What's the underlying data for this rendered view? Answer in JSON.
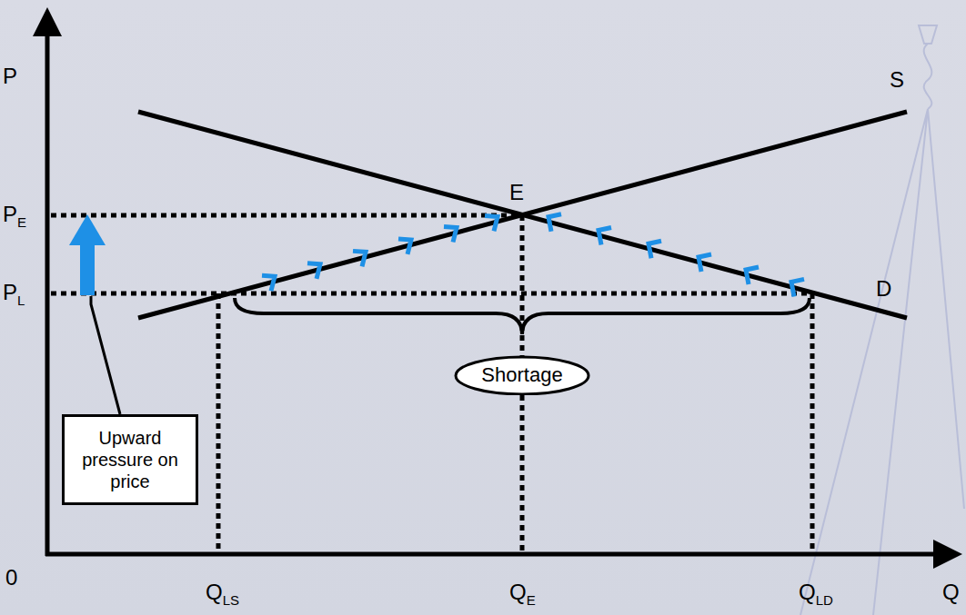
{
  "diagram": {
    "nodes": [
      {
        "text": [
          "Shortage"
        ]
      },
      {
        "text": [
          "Upward pressure on price"
        ]
      }
    ],
    "labels": [
      "P",
      "PE",
      "PL",
      "0",
      "QLS",
      "QE",
      "QLD",
      "Q",
      "S",
      "D",
      "E"
    ]
  }
}
